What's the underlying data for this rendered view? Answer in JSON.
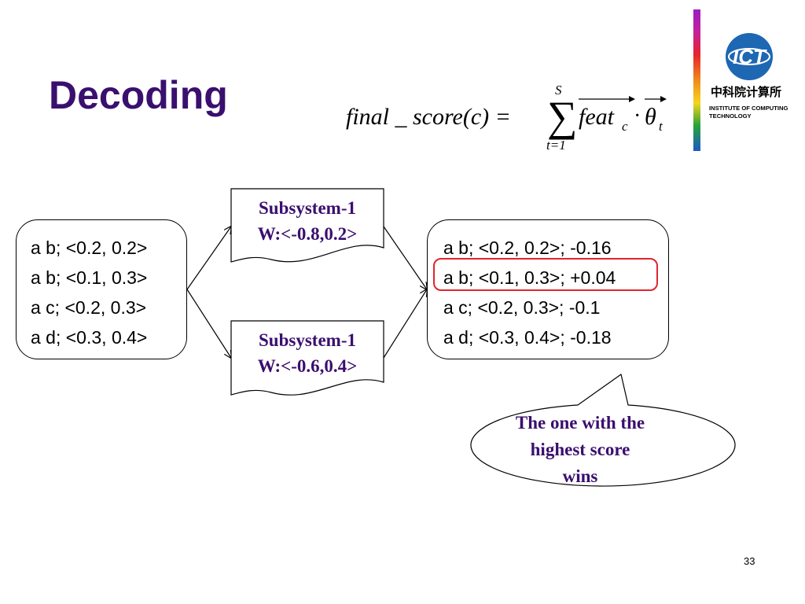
{
  "title": "Decoding",
  "formula": {
    "lhs": "final _ score(c) =",
    "sum_upper": "S",
    "sum_lower": "t=1",
    "feat": "feat",
    "feat_sub": "c",
    "dot": "·",
    "theta": "θ",
    "theta_sub": "t"
  },
  "logo": {
    "acronym": "ICT",
    "chinese": "中科院计算所",
    "line1": "INSTITUTE OF COMPUTING",
    "line2": "TECHNOLOGY"
  },
  "input_candidates": [
    "a b; <0.2, 0.2>",
    "a b; <0.1, 0.3>",
    "a c; <0.2, 0.3>",
    "a d; <0.3, 0.4>"
  ],
  "subsystems": [
    {
      "name": "Subsystem-1",
      "weights": "W:<-0.8,0.2>"
    },
    {
      "name": "Subsystem-1",
      "weights": "W:<-0.6,0.4>"
    }
  ],
  "scored_candidates": [
    "a b; <0.2, 0.2>; -0.16",
    "a b; <0.1, 0.3>; +0.04",
    "a c; <0.2, 0.3>; -0.1",
    "a d; <0.3, 0.4>; -0.18"
  ],
  "callout": [
    "The one with the",
    "highest score",
    "wins"
  ],
  "page_number": "33",
  "colors": {
    "title": "#3a0f6e",
    "highlight": "#e0252e",
    "logo_blue": "#1d67b3"
  }
}
